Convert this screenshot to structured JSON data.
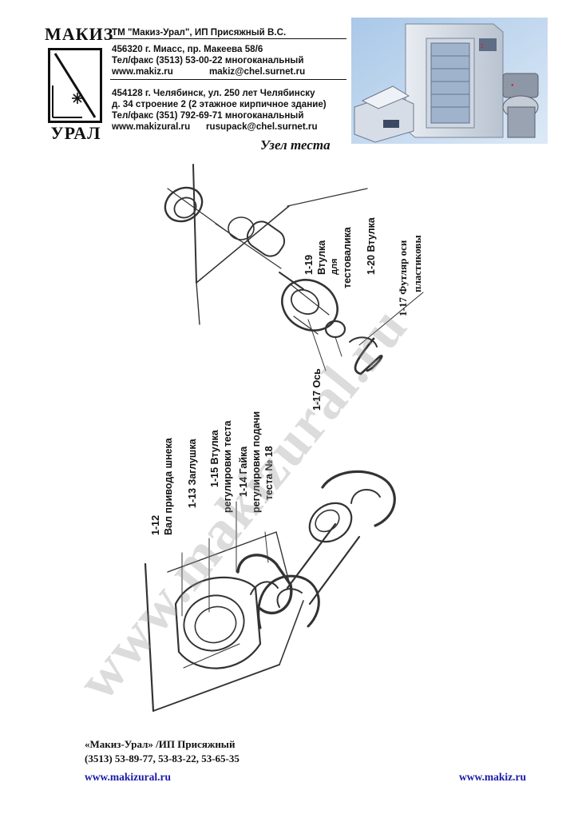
{
  "logo": {
    "top_text": "МАКИЗ",
    "bottom_text": "УРАЛ"
  },
  "header": {
    "tm_line": "ТМ \"Макиз-Урал\",    ИП Присяжный В.С.",
    "miass": {
      "address": "456320 г. Миасс, пр. Макеева 58/6",
      "phone": "Тел/факс (3513) 53-00-22 многоканальный",
      "site": "www.makiz.ru",
      "email": "makiz@chel.surnet.ru"
    },
    "chelyabinsk": {
      "address_1": "454128 г. Челябинск, ул. 250 лет Челябинску",
      "address_2": "д. 34 строение 2 (2 этажное кирпичное здание)",
      "phone": "Тел/факс (351) 792-69-71 многоканальный",
      "site": "www.makizural.ru",
      "email": "rusupack@chel.surnet.ru"
    }
  },
  "title": "Узел теста",
  "diagram": {
    "labels": {
      "p1_19_num": "1-19",
      "p1_19_name": "Втулка",
      "p1_19_for": "для",
      "p1_19_detail": "тестовалика",
      "p1_20": "1-20 Втулка",
      "p1_17_case": "1-17 Футляр оси",
      "p1_17_case_2": "пластиковы",
      "p1_17_axis": "1-17 Ось",
      "p1_12_num": "1-12",
      "p1_12_name": "Вал привода шнека",
      "p1_13": "1-13 Заглушка",
      "p1_15_name": "1-15 Втулка",
      "p1_15_detail": "регулировки теста",
      "p1_14_name": "1-14 Гайка",
      "p1_14_detail": "регулировки подачи",
      "p1_14_detail_2": "теста  № 18"
    }
  },
  "watermark": "www.makizural.ru",
  "footer": {
    "company": "«Макиз-Урал» /ИП Присяжный",
    "phones": "(3513) 53-89-77, 53-83-22, 53-65-35",
    "site_left": "www.makizural.ru",
    "site_right": "www.makiz.ru"
  },
  "colors": {
    "text": "#111111",
    "link": "#1a1aa8",
    "watermark": "#969696"
  }
}
